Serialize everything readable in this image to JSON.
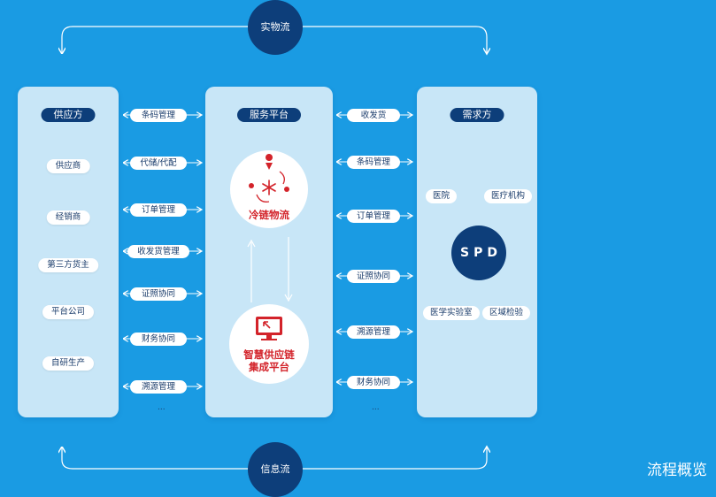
{
  "flows": {
    "top": "实物流",
    "bottom": "信息流"
  },
  "left_panel": {
    "title": "供应方",
    "items": [
      "供应商",
      "经销商",
      "第三方货主",
      "平台公司",
      "自研生产"
    ]
  },
  "center_panel": {
    "title": "服务平台",
    "cold_chain": "冷链物流",
    "platform_line1": "智慧供应链",
    "platform_line2": "集成平台"
  },
  "right_panel": {
    "title": "需求方",
    "spd": "SPD",
    "items": [
      "医院",
      "医疗机构",
      "医学实验室",
      "区域检验"
    ]
  },
  "left_connectors": [
    "条码管理",
    "代储/代配",
    "订单管理",
    "收发货管理",
    "证照协同",
    "财务协同",
    "溯源管理"
  ],
  "right_connectors": [
    "收发货",
    "条码管理",
    "订单管理",
    "证照协同",
    "溯源管理",
    "财务协同"
  ],
  "ellipsis": "...",
  "corner_label": "流程概览",
  "colors": {
    "background": "#1a9be3",
    "panel": "#c8e6f7",
    "navy": "#0d3e7a",
    "accent_red": "#d3232a"
  }
}
